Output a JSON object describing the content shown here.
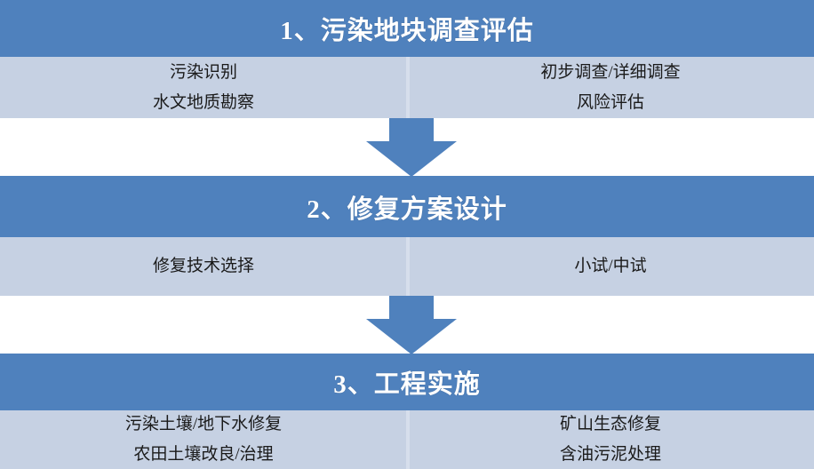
{
  "diagram": {
    "type": "vertical-flowchart",
    "orientation": "top-to-bottom",
    "colors": {
      "header_blue": "#4F81BD",
      "body_light_blue": "#C6D1E3",
      "divider": "#D6DEEC",
      "arrow": "#4F81BD",
      "header_text": "#FFFFFF",
      "body_text": "#1A1A1A",
      "background": "#FFFFFF"
    },
    "sections": [
      {
        "id": "section-1",
        "number": "1",
        "title": "1、污染地块调查评估",
        "left_items": [
          "污染识别",
          "水文地质勘察"
        ],
        "right_items": [
          "初步调查/详细调查",
          "风险评估"
        ]
      },
      {
        "id": "section-2",
        "number": "2",
        "title": "2、修复方案设计",
        "left_items": [
          "修复技术选择"
        ],
        "right_items": [
          "小试/中试"
        ]
      },
      {
        "id": "section-3",
        "number": "3",
        "title": "3、工程实施",
        "left_items": [
          "污染土壤/地下水修复",
          "农田土壤改良/治理"
        ],
        "right_items": [
          "矿山生态修复",
          "含油污泥处理"
        ]
      }
    ],
    "connectors": [
      {
        "id": "arrow-1",
        "icon": "arrow-down-icon",
        "from": "section-1",
        "to": "section-2"
      },
      {
        "id": "arrow-2",
        "icon": "arrow-down-icon",
        "from": "section-2",
        "to": "section-3"
      }
    ]
  }
}
